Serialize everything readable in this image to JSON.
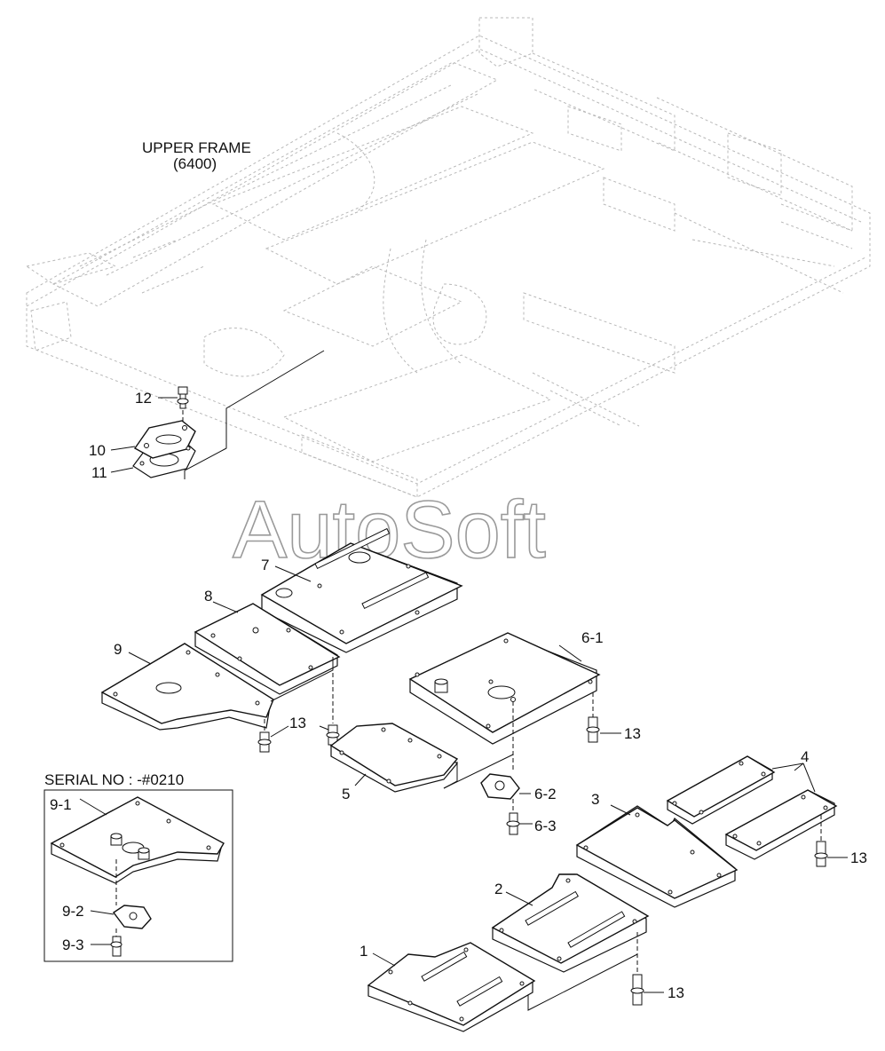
{
  "labels": {
    "upper_frame": "UPPER FRAME",
    "upper_frame_code": "(6400)",
    "serial_no": "SERIAL NO : -#0210",
    "watermark": "AutoSoft"
  },
  "callouts": {
    "p1": "1",
    "p2": "2",
    "p3": "3",
    "p4": "4",
    "p5": "5",
    "p6_1": "6-1",
    "p6_2": "6-2",
    "p6_3": "6-3",
    "p7": "7",
    "p8": "8",
    "p9": "9",
    "p9_1": "9-1",
    "p9_2": "9-2",
    "p9_3": "9-3",
    "p10": "10",
    "p11": "11",
    "p12": "12",
    "p13a": "13",
    "p13b": "13",
    "p13c": "13",
    "p13d": "13"
  },
  "colors": {
    "line": "#111111",
    "ghost": "#b8b8b8",
    "watermark": "#9a9a9a"
  }
}
